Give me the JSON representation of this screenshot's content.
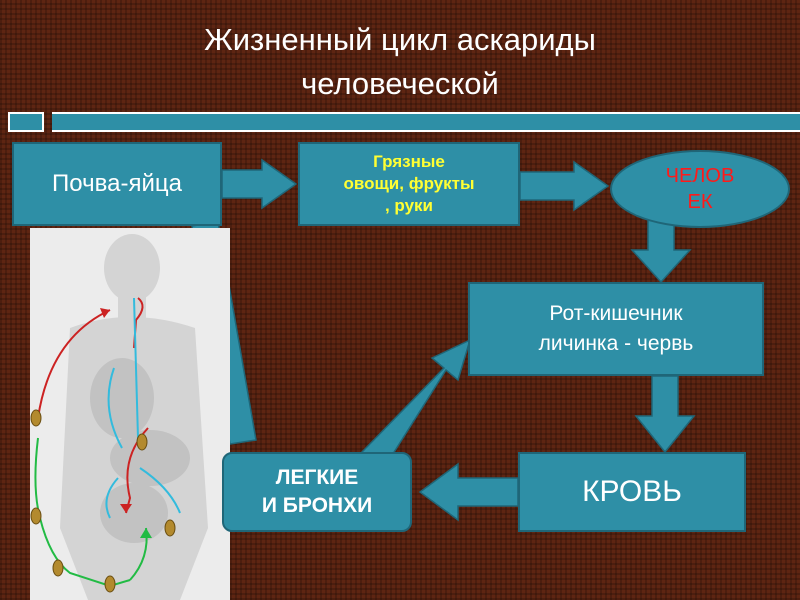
{
  "title": {
    "line1": "Жизненный цикл аскариды",
    "line2": "человеческой"
  },
  "nodes": {
    "soil": "Почва-яйца",
    "vegetables": {
      "line1": "Грязные",
      "line2": "овощи, фрукты",
      "line3": ", руки"
    },
    "human": {
      "line1": "ЧЕЛОВ",
      "line2": "ЕК"
    },
    "mouth_intestine": {
      "line1": "Рот-кишечник",
      "line2": "личинка - червь"
    },
    "blood": "КРОВЬ",
    "lungs": {
      "line1": "ЛЕГКИЕ",
      "line2": "И БРОНХИ"
    }
  },
  "colors": {
    "background": "#5e2512",
    "box_fill": "#2e8fa6",
    "vegetables_text": "#ffff33",
    "human_text": "#ff1a1a",
    "blood_path": "#cc2222",
    "lymph_path": "#22bb44",
    "intestine_path": "#33bbdd"
  },
  "icons": [
    "human-body-illustration",
    "arrow-right-icon",
    "arrow-down-icon",
    "arrow-left-icon"
  ]
}
